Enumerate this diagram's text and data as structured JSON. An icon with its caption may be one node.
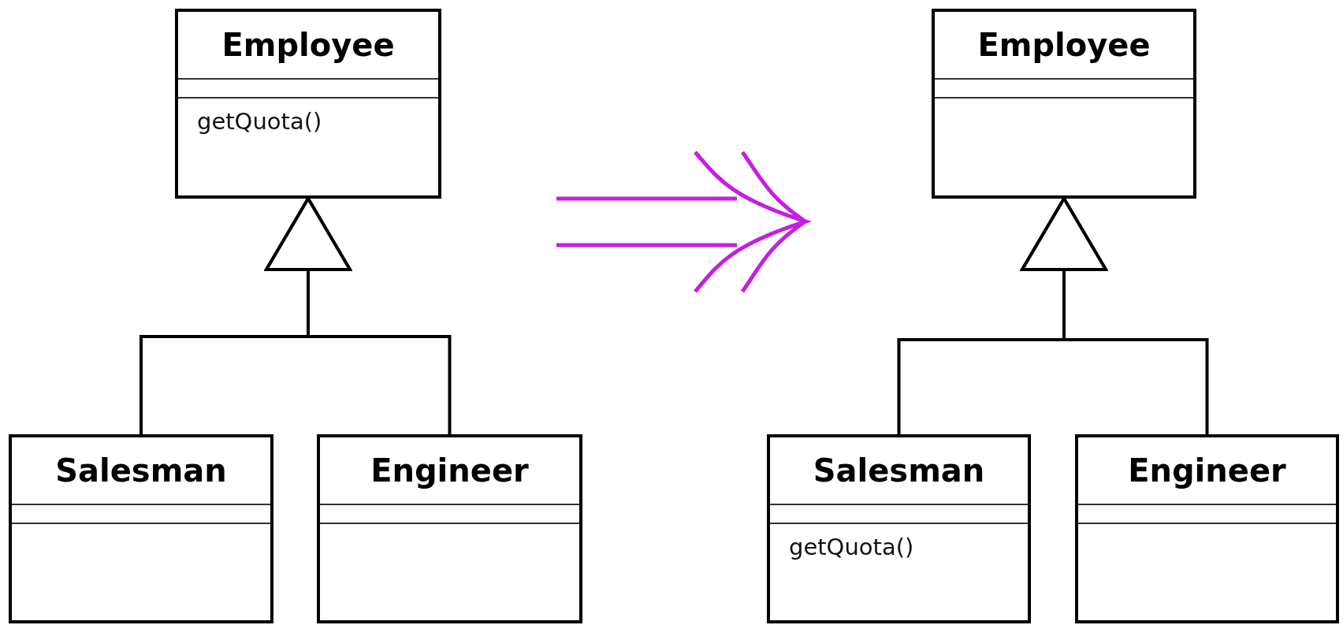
{
  "diagram": {
    "nodes": [
      {
        "text": [
          "Employee",
          "getQuota()"
        ]
      },
      {
        "text": [
          "Salesman"
        ]
      },
      {
        "text": [
          "Engineer"
        ]
      },
      {
        "text": [
          "Employee"
        ]
      },
      {
        "text": [
          "Salesman",
          "getQuota()"
        ]
      },
      {
        "text": [
          "Engineer"
        ]
      }
    ],
    "edges": [
      {
        "from": 1,
        "to": 0,
        "arrow": "to"
      },
      {
        "from": 2,
        "to": 0,
        "arrow": "to"
      },
      {
        "from": 4,
        "to": 3,
        "arrow": "to"
      },
      {
        "from": 5,
        "to": 3,
        "arrow": "to"
      }
    ]
  }
}
